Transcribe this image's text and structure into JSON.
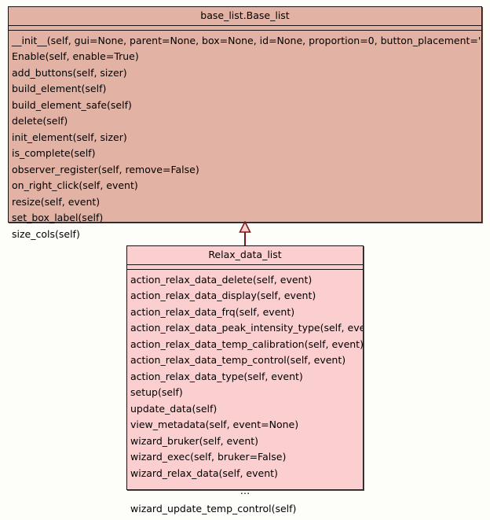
{
  "diagram": {
    "kind": "uml-class-diagram",
    "background_color": "#fdfdfa",
    "relationship": {
      "name": "generalization",
      "label": "",
      "from": "Relax_data_list",
      "to": "base_list.Base_list",
      "line_color": "#7a1a18",
      "arrowhead": "hollow-triangle"
    }
  },
  "base_class": {
    "title": "base_list.Base_list",
    "fill_color": "#e2b3a5",
    "border_color": "#1a1010",
    "attributes": [],
    "methods": [
      "__init__(self, gui=None, parent=None, box=None, id=None, proportion=0, button_placement='default')",
      "Enable(self, enable=True)",
      "add_buttons(self, sizer)",
      "build_element(self)",
      "build_element_safe(self)",
      "delete(self)",
      "init_element(self, sizer)",
      "is_complete(self)",
      "observer_register(self, remove=False)",
      "on_right_click(self, event)",
      "resize(self, event)",
      "set_box_label(self)",
      "size_cols(self)"
    ]
  },
  "derived_class": {
    "title": "Relax_data_list",
    "fill_color": "#fbcfd0",
    "border_color": "#1a1010",
    "attributes": [],
    "methods": [
      "action_relax_data_delete(self, event)",
      "action_relax_data_display(self, event)",
      "action_relax_data_frq(self, event)",
      "action_relax_data_peak_intensity_type(self, event)",
      "action_relax_data_temp_calibration(self, event)",
      "action_relax_data_temp_control(self, event)",
      "action_relax_data_type(self, event)",
      "setup(self)",
      "update_data(self)",
      "view_metadata(self, event=None)",
      "wizard_bruker(self, event)",
      "wizard_exec(self, bruker=False)",
      "wizard_relax_data(self, event)",
      "…",
      "wizard_update_temp_control(self)"
    ]
  }
}
